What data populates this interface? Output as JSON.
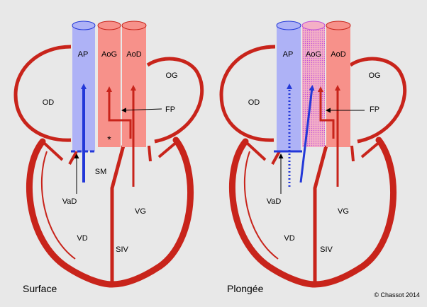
{
  "diagrams": [
    {
      "caption": "Surface",
      "labels": {
        "pulmonary_artery": "AP",
        "left_aorta": "AoG",
        "right_aorta": "AoD",
        "right_atrium": "OD",
        "left_atrium": "OG",
        "panizza_foramen": "FP",
        "right_av_valve": "VaD",
        "right_ventricle": "VD",
        "left_ventricle": "VG",
        "septum": "SIV",
        "muscular_ridge": "SM",
        "asterisk": "*"
      }
    },
    {
      "caption": "Plongée",
      "labels": {
        "pulmonary_artery": "AP",
        "left_aorta": "AoG",
        "right_aorta": "AoD",
        "right_atrium": "OD",
        "left_atrium": "OG",
        "panizza_foramen": "FP",
        "right_av_valve": "VaD",
        "right_ventricle": "VD",
        "left_ventricle": "VG",
        "septum": "SIV"
      }
    }
  ],
  "copyright": "© Chassot 2014",
  "colors": {
    "background": "#e8e8e8",
    "heart_wall": "#c8241b",
    "venous": "#2338d8",
    "arterial": "#c8241b",
    "pulmonary_vessel": "#aeb2f6",
    "aorta_vessel": "#f7918a",
    "mixed_vessel": "#f4b0c6",
    "mixed_dots": "#c050d8"
  }
}
